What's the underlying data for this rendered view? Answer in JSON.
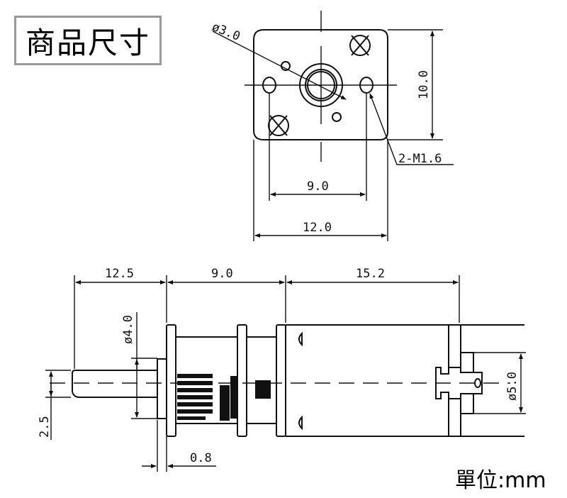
{
  "title": "商品尺寸",
  "unit_label": "單位:mm",
  "front_view": {
    "shaft_diameter": "ø3.0",
    "height": "10.0",
    "hole_spacing": "9.0",
    "width": "12.0",
    "mounting_holes": "2-M1.6"
  },
  "side_view": {
    "shaft_length": "12.5",
    "gearbox_length": "9.0",
    "motor_length": "15.2",
    "collar_diameter": "ø4.0",
    "shaft_flat": "2.5",
    "collar_thickness": "0.8",
    "end_boss_diameter": "ø5.0"
  }
}
